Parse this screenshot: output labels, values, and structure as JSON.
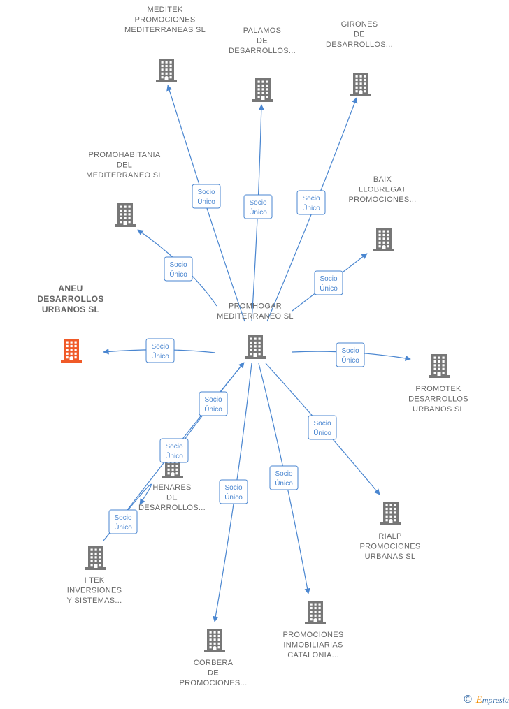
{
  "diagram": {
    "colors": {
      "edge": "#4a86d0",
      "building": "#777777",
      "building_target": "#f05a28",
      "label": "#666666"
    },
    "center": {
      "id": "center",
      "label": [
        "PROMHOGAR",
        "MEDITERRANEO SL"
      ]
    },
    "nodes": [
      {
        "id": "meditek",
        "label": [
          "MEDITEK",
          "PROMOCIONES",
          "MEDITERRANEAS SL"
        ]
      },
      {
        "id": "palamos",
        "label": [
          "PALAMOS",
          "DE",
          "DESARROLLOS..."
        ]
      },
      {
        "id": "girones",
        "label": [
          "GIRONES",
          "DE",
          "DESARROLLOS..."
        ]
      },
      {
        "id": "promohabitania",
        "label": [
          "PROMOHABITANIA",
          "DEL",
          "MEDITERRANEO SL"
        ]
      },
      {
        "id": "baix",
        "label": [
          "BAIX",
          "LLOBREGAT",
          "PROMOCIONES..."
        ]
      },
      {
        "id": "aneu",
        "label": [
          "ANEU",
          "DESARROLLOS",
          "URBANOS SL"
        ],
        "highlight": true
      },
      {
        "id": "promotek",
        "label": [
          "PROMOTEK",
          "DESARROLLOS",
          "URBANOS SL"
        ]
      },
      {
        "id": "henares",
        "label": [
          "HENARES",
          "DE",
          "DESARROLLOS..."
        ]
      },
      {
        "id": "itek",
        "label": [
          "I TEK",
          "INVERSIONES",
          "Y SISTEMAS..."
        ]
      },
      {
        "id": "rialp",
        "label": [
          "RIALP",
          "PROMOCIONES",
          "URBANAS  SL"
        ]
      },
      {
        "id": "corbera",
        "label": [
          "CORBERA",
          "DE",
          "PROMOCIONES..."
        ]
      },
      {
        "id": "catalonia",
        "label": [
          "PROMOCIONES",
          "INMOBILIARIAS",
          "CATALONIA..."
        ]
      }
    ],
    "edges": [
      {
        "from": "center",
        "to": "meditek",
        "label": [
          "Socio",
          "Único"
        ]
      },
      {
        "from": "center",
        "to": "palamos",
        "label": [
          "Socio",
          "Único"
        ]
      },
      {
        "from": "center",
        "to": "girones",
        "label": [
          "Socio",
          "Único"
        ]
      },
      {
        "from": "center",
        "to": "promohabitania",
        "label": [
          "Socio",
          "Único"
        ]
      },
      {
        "from": "center",
        "to": "baix",
        "label": [
          "Socio",
          "Único"
        ]
      },
      {
        "from": "center",
        "to": "aneu",
        "label": [
          "Socio",
          "Único"
        ]
      },
      {
        "from": "center",
        "to": "promotek",
        "label": [
          "Socio",
          "Único"
        ]
      },
      {
        "from": "center",
        "to": "henares",
        "label": [
          "Socio",
          "Único"
        ]
      },
      {
        "from": "itek",
        "to": "center",
        "label": [
          "Socio",
          "Único"
        ]
      },
      {
        "from": "center",
        "to": "rialp",
        "label": [
          "Socio",
          "Único"
        ]
      },
      {
        "from": "center",
        "to": "corbera",
        "label": [
          "Socio",
          "Único"
        ]
      },
      {
        "from": "center",
        "to": "catalonia",
        "label": [
          "Socio",
          "Único"
        ]
      }
    ]
  },
  "footer": {
    "copyright": "©",
    "brand_initial": "E",
    "brand_rest": "mpresia"
  }
}
